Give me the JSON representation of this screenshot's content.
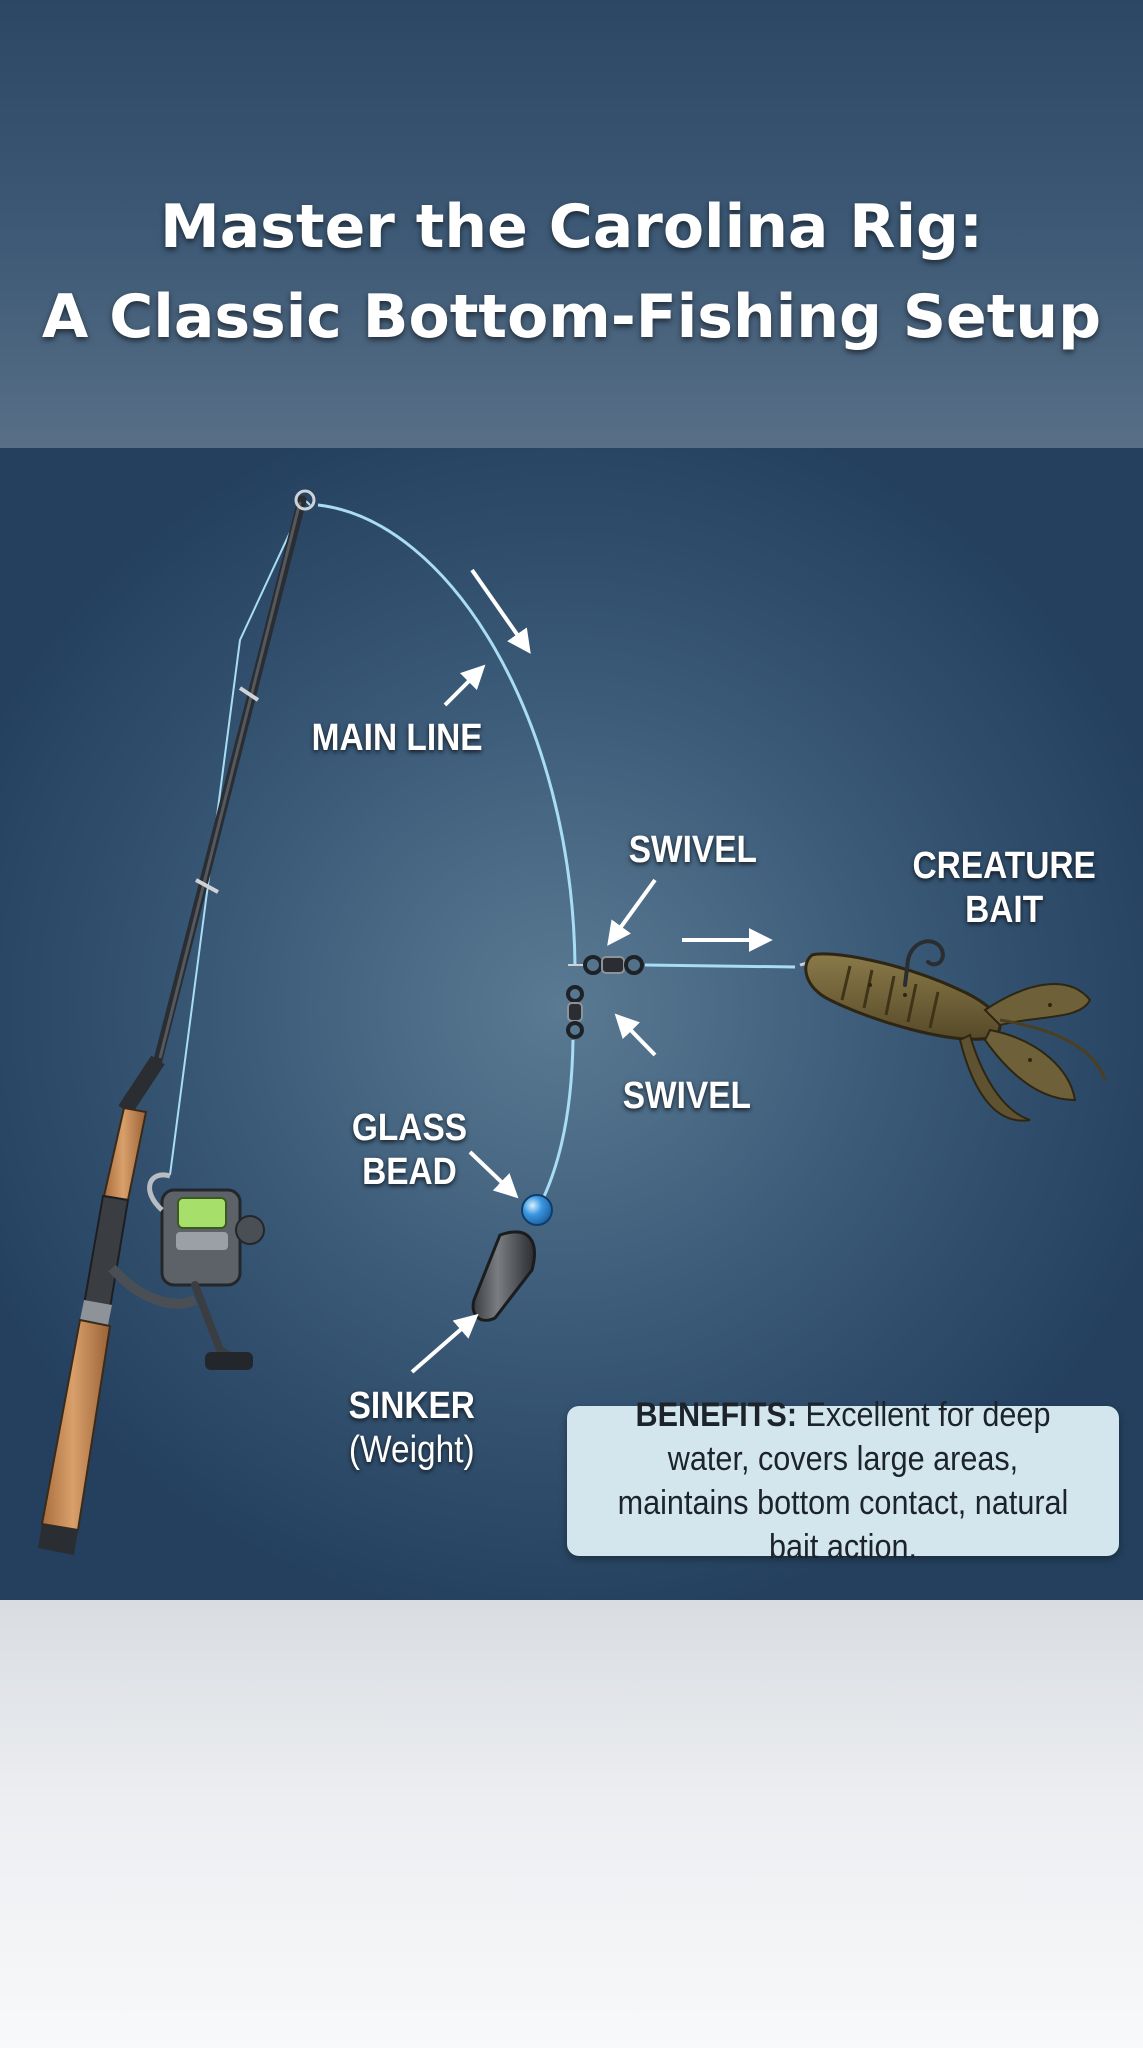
{
  "title": {
    "line1": "Master the Carolina Rig:",
    "line2": "A Classic Bottom-Fishing Setup"
  },
  "labels": {
    "main_line": "MAIN LINE",
    "swivel_top": "SWIVEL",
    "swivel_bottom": "SWIVEL",
    "creature_bait": [
      "CREATURE",
      "BAIT"
    ],
    "glass_bead": [
      "GLASS",
      "BEAD"
    ],
    "sinker": "SINKER",
    "sinker_note": "(Weight)"
  },
  "benefits": {
    "heading": "BENEFITS:",
    "text": "Excellent for deep water, covers large areas, maintains bottom contact, natural bait action."
  },
  "colors": {
    "fishing_line": "#a9dcf5",
    "bead": "#3b97e0",
    "cork": "#c98f5a",
    "bait": "#6e6038",
    "benefits_box": "#d3e6ee"
  },
  "icons": [
    "fishing-rod-icon",
    "spinning-reel-icon",
    "swivel-icon",
    "glass-bead-icon",
    "sinker-icon",
    "hook-icon",
    "creature-bait-icon"
  ]
}
